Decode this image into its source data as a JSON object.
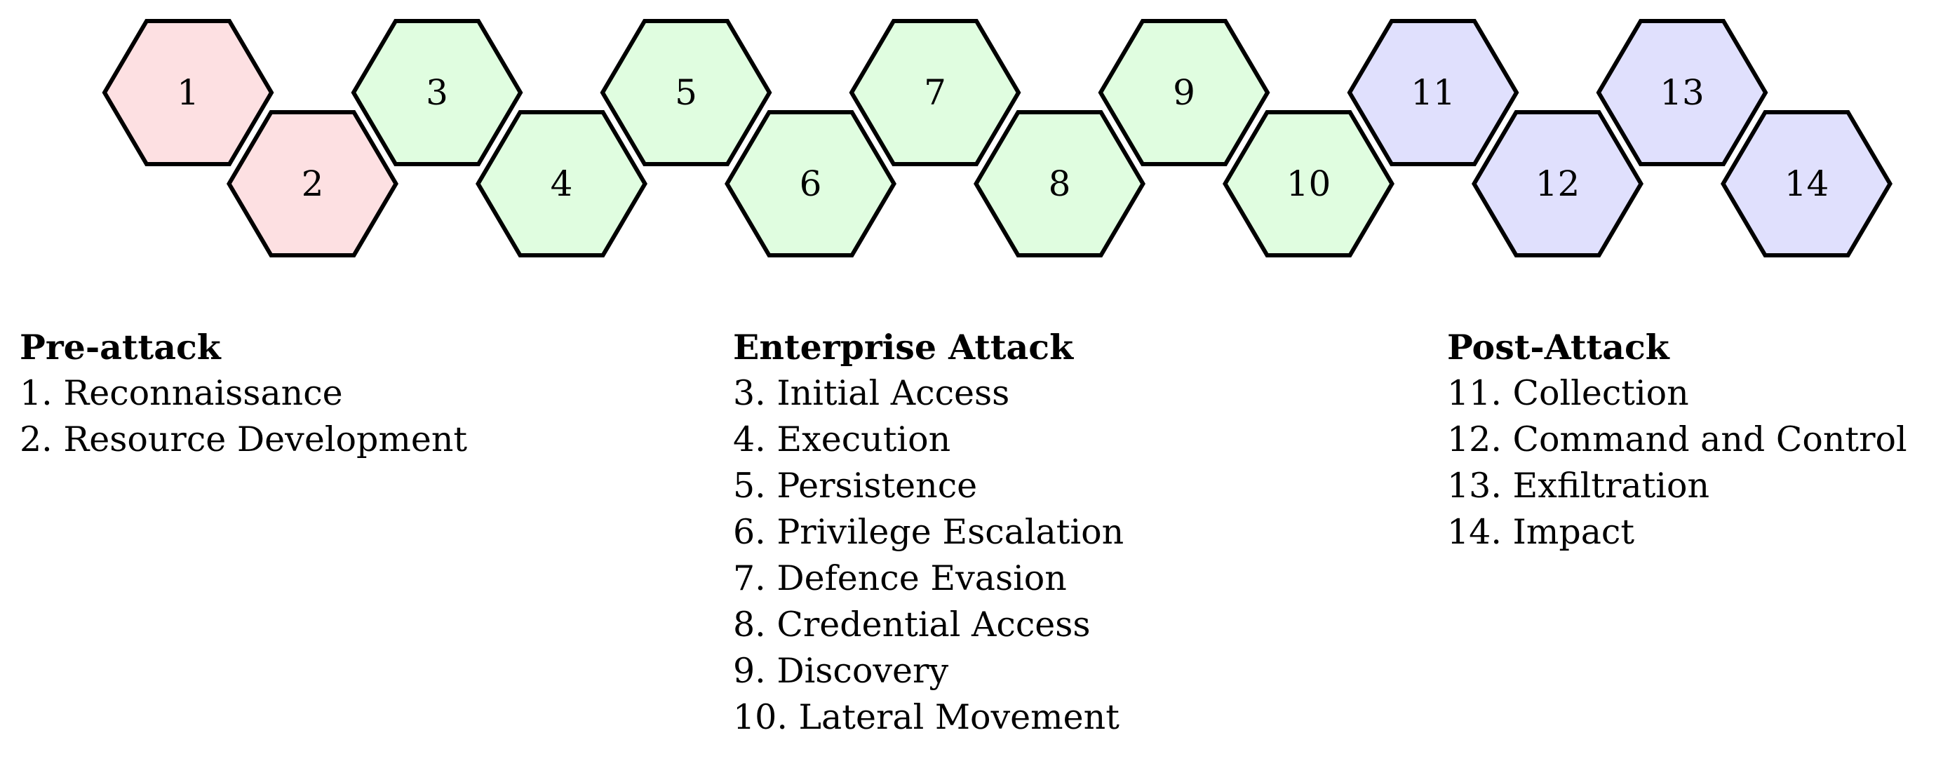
{
  "colors": {
    "pre_attack": "#fde0e2",
    "enterprise_attack": "#e0fde0",
    "post_attack": "#e0e0fd",
    "stroke": "#000000"
  },
  "hexagons": [
    {
      "label": "1",
      "group": "pre_attack"
    },
    {
      "label": "2",
      "group": "pre_attack"
    },
    {
      "label": "3",
      "group": "enterprise_attack"
    },
    {
      "label": "4",
      "group": "enterprise_attack"
    },
    {
      "label": "5",
      "group": "enterprise_attack"
    },
    {
      "label": "6",
      "group": "enterprise_attack"
    },
    {
      "label": "7",
      "group": "enterprise_attack"
    },
    {
      "label": "8",
      "group": "enterprise_attack"
    },
    {
      "label": "9",
      "group": "enterprise_attack"
    },
    {
      "label": "10",
      "group": "enterprise_attack"
    },
    {
      "label": "11",
      "group": "post_attack"
    },
    {
      "label": "12",
      "group": "post_attack"
    },
    {
      "label": "13",
      "group": "post_attack"
    },
    {
      "label": "14",
      "group": "post_attack"
    }
  ],
  "legend": {
    "pre_attack": {
      "title": "Pre-attack",
      "items": [
        "1. Reconnaissance",
        "2. Resource Development"
      ]
    },
    "enterprise_attack": {
      "title": "Enterprise Attack",
      "items": [
        "3. Initial Access",
        "4. Execution",
        "5. Persistence",
        "6. Privilege Escalation",
        "7. Defence Evasion",
        "8. Credential Access",
        "9. Discovery",
        "10. Lateral Movement"
      ]
    },
    "post_attack": {
      "title": "Post-Attack",
      "items": [
        "11. Collection",
        "12. Command and Control",
        "13. Exfiltration",
        "14. Impact"
      ]
    }
  }
}
